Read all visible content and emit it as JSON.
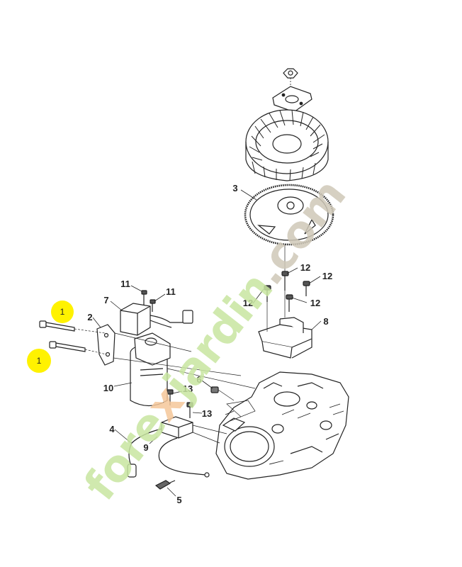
{
  "diagram": {
    "callouts": [
      {
        "id": "c3",
        "label": "3"
      },
      {
        "id": "c12a",
        "label": "12"
      },
      {
        "id": "c12b",
        "label": "12"
      },
      {
        "id": "c12c",
        "label": "12"
      },
      {
        "id": "c12d",
        "label": "12"
      },
      {
        "id": "c11a",
        "label": "11"
      },
      {
        "id": "c11b",
        "label": "11"
      },
      {
        "id": "c7",
        "label": "7"
      },
      {
        "id": "c2",
        "label": "2"
      },
      {
        "id": "c8",
        "label": "8"
      },
      {
        "id": "c10",
        "label": "10"
      },
      {
        "id": "c6",
        "label": "6"
      },
      {
        "id": "c13a",
        "label": "13"
      },
      {
        "id": "c13b",
        "label": "13"
      },
      {
        "id": "c4",
        "label": "4"
      },
      {
        "id": "c9",
        "label": "9"
      },
      {
        "id": "c5",
        "label": "5"
      }
    ],
    "highlights": [
      {
        "id": "h1a",
        "label": "1"
      },
      {
        "id": "h1b",
        "label": "1"
      }
    ],
    "highlight_color": "#fff200",
    "watermark": {
      "parts": [
        "fore",
        "x",
        "jardin",
        ".com"
      ],
      "colors": [
        "#c8e6a0",
        "#f5c79a",
        "#c8e6a0",
        "#cfc8b8"
      ]
    }
  }
}
